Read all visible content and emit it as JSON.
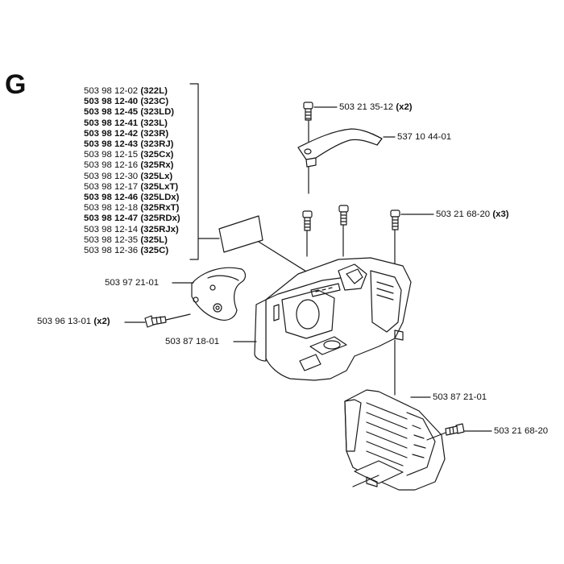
{
  "section_letter": "G",
  "kit_list": [
    {
      "part": "503 98 12-02",
      "model": "(322L)",
      "bold": false
    },
    {
      "part": "503 98 12-40",
      "model": "(323C)",
      "bold": true
    },
    {
      "part": "503 98 12-45",
      "model": "(323LD)",
      "bold": true
    },
    {
      "part": "503 98 12-41",
      "model": "(323L)",
      "bold": true
    },
    {
      "part": "503 98 12-42",
      "model": "(323R)",
      "bold": true
    },
    {
      "part": "503 98 12-43",
      "model": "(323RJ)",
      "bold": true
    },
    {
      "part": "503 98 12-15",
      "model": "(325Cx)",
      "bold": false
    },
    {
      "part": "503 98 12-16",
      "model": "(325Rx)",
      "bold": false
    },
    {
      "part": "503 98 12-30",
      "model": "(325Lx)",
      "bold": false
    },
    {
      "part": "503 98 12-17",
      "model": "(325LxT)",
      "bold": false
    },
    {
      "part": "503 98 12-46",
      "model": "(325LDx)",
      "bold": true
    },
    {
      "part": "503 98 12-18",
      "model": "(325RxT)",
      "bold": false
    },
    {
      "part": "503 98 12-47",
      "model": "(325RDx)",
      "bold": true
    },
    {
      "part": "503 98 12-14",
      "model": "(325RJx)",
      "bold": false
    },
    {
      "part": "503 98 12-35",
      "model": "(325L)",
      "bold": false
    },
    {
      "part": "503 98 12-36",
      "model": "(325C)",
      "bold": false
    }
  ],
  "callouts": {
    "top_screw": {
      "part": "503 21 35-12",
      "qty": "(x2)"
    },
    "bracket": {
      "part": "537 10 44-01",
      "qty": ""
    },
    "cover_screws": {
      "part": "503 21 68-20",
      "qty": "(x3)"
    },
    "left_cover": {
      "part": "503 97 21-01",
      "qty": ""
    },
    "left_screw": {
      "part": "503 96 13-01",
      "qty": "(x2)"
    },
    "main_cover": {
      "part": "503 87 18-01",
      "qty": ""
    },
    "cylinder_cover": {
      "part": "503 87 21-01",
      "qty": ""
    },
    "right_screw": {
      "part": "503 21 68-20",
      "qty": ""
    }
  }
}
